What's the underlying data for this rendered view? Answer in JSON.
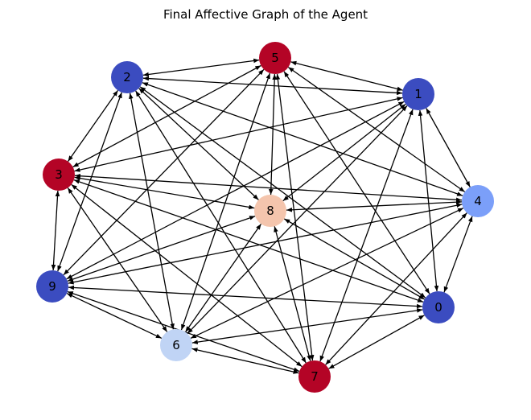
{
  "title": "Final Affective Graph of the Agent",
  "nodes": [
    {
      "id": "0",
      "label": "0",
      "color": "#3b4cc0"
    },
    {
      "id": "1",
      "label": "1",
      "color": "#3b4cc0"
    },
    {
      "id": "2",
      "label": "2",
      "color": "#3b4cc0"
    },
    {
      "id": "3",
      "label": "3",
      "color": "#b40426"
    },
    {
      "id": "4",
      "label": "4",
      "color": "#7b9ff9"
    },
    {
      "id": "5",
      "label": "5",
      "color": "#b40426"
    },
    {
      "id": "6",
      "label": "6",
      "color": "#c0d4f5"
    },
    {
      "id": "7",
      "label": "7",
      "color": "#b40426"
    },
    {
      "id": "8",
      "label": "8",
      "color": "#f4c5ad"
    },
    {
      "id": "9",
      "label": "9",
      "color": "#3b4cc0"
    }
  ],
  "edges": [
    [
      "5",
      "2"
    ],
    [
      "5",
      "1"
    ],
    [
      "5",
      "3"
    ],
    [
      "5",
      "9"
    ],
    [
      "5",
      "8"
    ],
    [
      "5",
      "6"
    ],
    [
      "5",
      "7"
    ],
    [
      "5",
      "4"
    ],
    [
      "5",
      "0"
    ],
    [
      "2",
      "1"
    ],
    [
      "2",
      "3"
    ],
    [
      "2",
      "9"
    ],
    [
      "2",
      "8"
    ],
    [
      "2",
      "6"
    ],
    [
      "2",
      "7"
    ],
    [
      "2",
      "4"
    ],
    [
      "2",
      "0"
    ],
    [
      "1",
      "3"
    ],
    [
      "1",
      "9"
    ],
    [
      "1",
      "8"
    ],
    [
      "1",
      "6"
    ],
    [
      "1",
      "7"
    ],
    [
      "1",
      "4"
    ],
    [
      "1",
      "0"
    ],
    [
      "3",
      "9"
    ],
    [
      "3",
      "8"
    ],
    [
      "3",
      "6"
    ],
    [
      "3",
      "7"
    ],
    [
      "3",
      "4"
    ],
    [
      "3",
      "0"
    ],
    [
      "4",
      "8"
    ],
    [
      "4",
      "9"
    ],
    [
      "4",
      "6"
    ],
    [
      "4",
      "7"
    ],
    [
      "4",
      "0"
    ],
    [
      "8",
      "9"
    ],
    [
      "8",
      "6"
    ],
    [
      "8",
      "7"
    ],
    [
      "8",
      "0"
    ],
    [
      "9",
      "6"
    ],
    [
      "9",
      "7"
    ],
    [
      "9",
      "0"
    ],
    [
      "0",
      "6"
    ],
    [
      "0",
      "7"
    ],
    [
      "6",
      "7"
    ]
  ]
}
